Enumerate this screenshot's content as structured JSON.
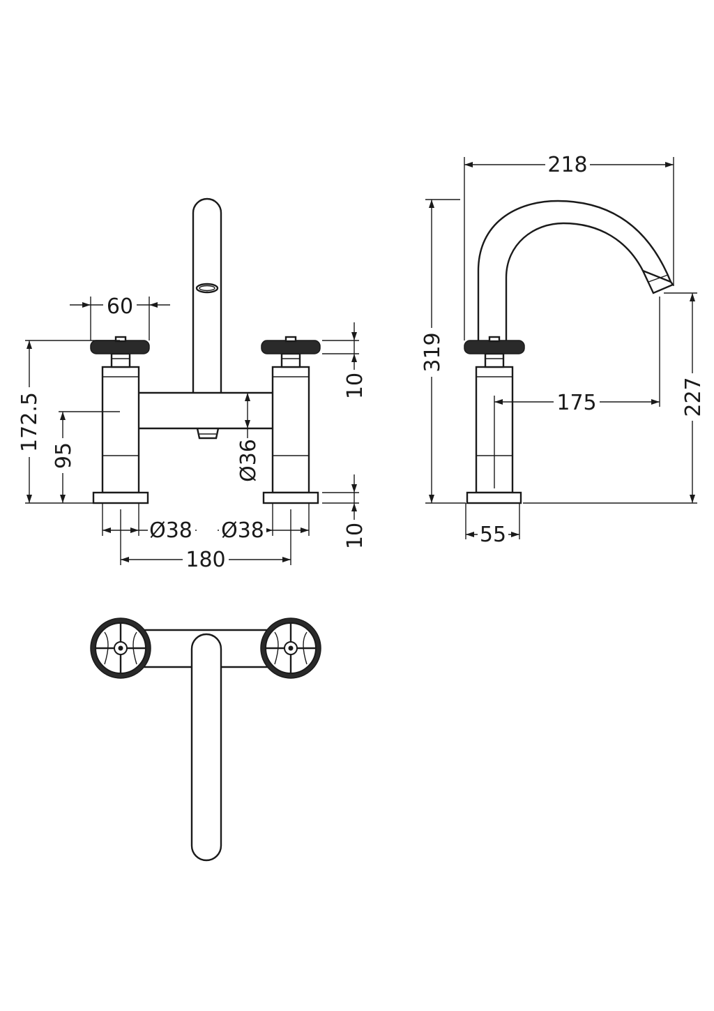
{
  "dimensions": {
    "handle_spread": "60",
    "overall_height_front": "172.5",
    "body_height": "95",
    "body_diameter": "Ø36",
    "top_gap": "10",
    "bottom_gap": "10",
    "base_diameter_left": "Ø38",
    "base_diameter_right": "Ø38",
    "centres": "180",
    "spout_reach": "218",
    "overall_height_side": "319",
    "spout_height": "227",
    "spout_projection": "175",
    "base_width_side": "55"
  },
  "colors": {
    "line": "#1a1a1a",
    "background": "#ffffff",
    "knurl": "#2a2a2a"
  }
}
